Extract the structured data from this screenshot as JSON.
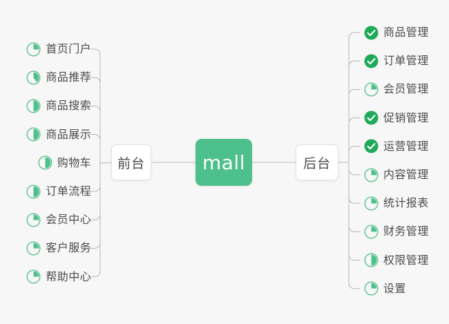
{
  "diagram": {
    "title": "mall",
    "type": "mindmap",
    "background_color": "#f7f7f7",
    "accent_color": "#4ec08b",
    "done_color": "#21a95a",
    "pie_ring_color": "#5ec28d",
    "connector_color": "#bbbbbb",
    "text_color": "#4c4c4c"
  },
  "root": {
    "label": "mall"
  },
  "branches": {
    "left": {
      "label": "前台",
      "items": [
        {
          "label": "首页门户",
          "icon": "pie-icon",
          "progress": 25
        },
        {
          "label": "商品推荐",
          "icon": "pie-icon",
          "progress": 40
        },
        {
          "label": "商品搜索",
          "icon": "pie-icon",
          "progress": 50
        },
        {
          "label": "商品展示",
          "icon": "pie-icon",
          "progress": 50
        },
        {
          "label": "购物车",
          "icon": "pie-icon",
          "progress": 50
        },
        {
          "label": "订单流程",
          "icon": "pie-icon",
          "progress": 50
        },
        {
          "label": "会员中心",
          "icon": "pie-icon",
          "progress": 25
        },
        {
          "label": "客户服务",
          "icon": "pie-icon",
          "progress": 25
        },
        {
          "label": "帮助中心",
          "icon": "pie-icon",
          "progress": 25
        }
      ]
    },
    "right": {
      "label": "后台",
      "items": [
        {
          "label": "商品管理",
          "icon": "check-circle-icon",
          "progress": 100
        },
        {
          "label": "订单管理",
          "icon": "check-circle-icon",
          "progress": 100
        },
        {
          "label": "会员管理",
          "icon": "pie-icon",
          "progress": 25
        },
        {
          "label": "促销管理",
          "icon": "check-circle-icon",
          "progress": 100
        },
        {
          "label": "运营管理",
          "icon": "check-circle-icon",
          "progress": 100
        },
        {
          "label": "内容管理",
          "icon": "pie-icon",
          "progress": 25
        },
        {
          "label": "统计报表",
          "icon": "pie-icon",
          "progress": 25
        },
        {
          "label": "财务管理",
          "icon": "pie-icon",
          "progress": 25
        },
        {
          "label": "权限管理",
          "icon": "pie-icon",
          "progress": 50
        },
        {
          "label": "设置",
          "icon": "pie-icon",
          "progress": 25
        }
      ]
    }
  }
}
